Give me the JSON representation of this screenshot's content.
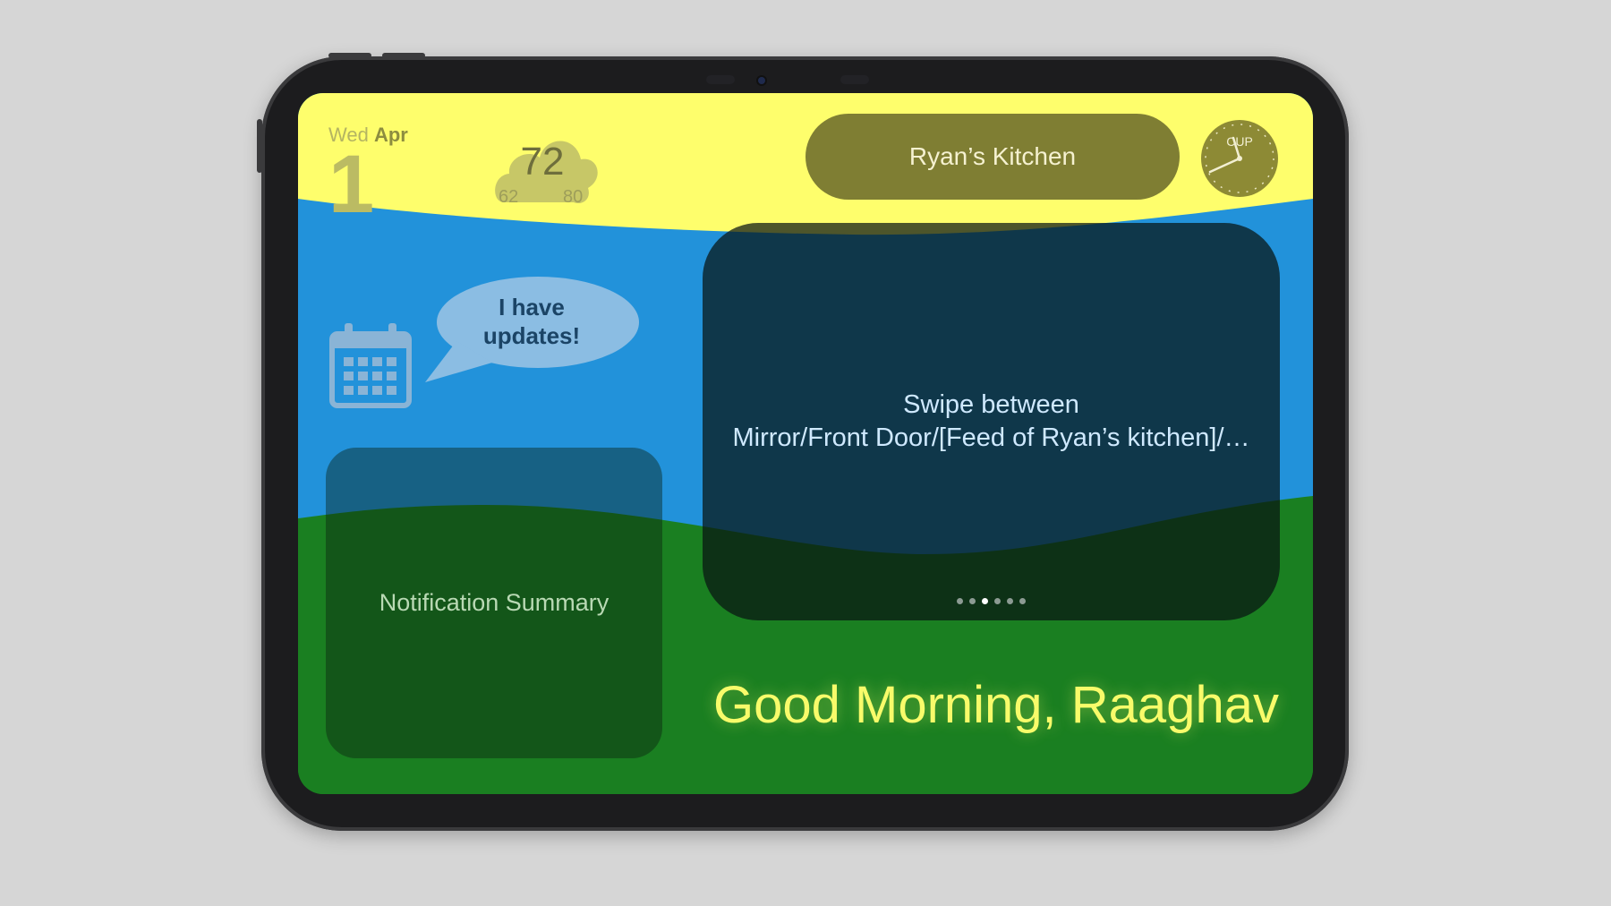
{
  "date": {
    "weekday": "Wed",
    "month": "Apr",
    "day": "1"
  },
  "weather": {
    "icon": "cloud-icon",
    "temp": "72",
    "low": "62",
    "high": "80"
  },
  "room": {
    "label": "Ryan’s Kitchen"
  },
  "clock": {
    "icon": "analog-clock-icon",
    "city": "CUP"
  },
  "updates": {
    "icon": "calendar-icon",
    "bubble_text": "I have\nupdates!"
  },
  "notification": {
    "title": "Notification Summary"
  },
  "feed": {
    "line1": "Swipe between",
    "line2": "Mirror/Front Door/[Feed of Ryan’s kitchen]/…",
    "page_count": 6,
    "active_page": 3
  },
  "greeting": {
    "text": "Good Morning, Raaghav"
  },
  "colors": {
    "top_band": "#fefe6c",
    "middle_band": "#2292da",
    "bottom_band": "#1a7f21",
    "greeting": "#f8fb6a",
    "room_pill": "#7f7e33"
  }
}
